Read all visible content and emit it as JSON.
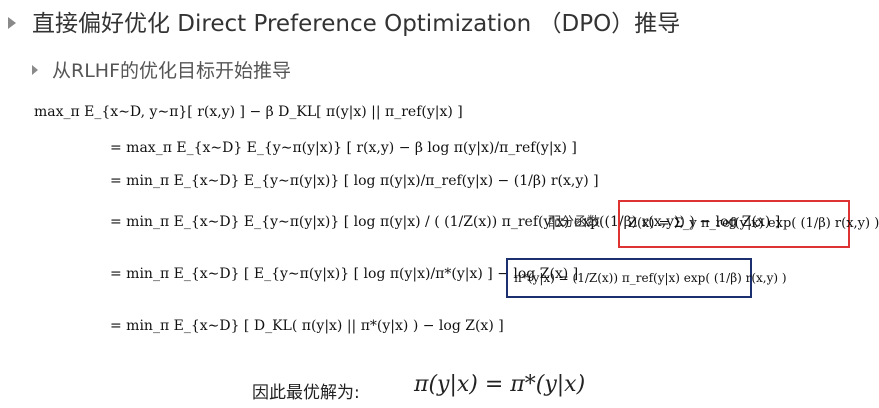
{
  "slide": {
    "title": "直接偏好优化 Direct Preference Optimization （DPO）推导",
    "subtitle": "从RLHF的优化目标开始推导"
  },
  "derivation": {
    "line1": "max_π E_{x∼D, y∼π}[ r(x,y) ] − β D_KL[ π(y|x) || π_ref(y|x) ]",
    "line2": "= max_π E_{x∼D} E_{y∼π(y|x)} [ r(x,y) − β log π(y|x)/π_ref(y|x) ]",
    "line3": "= min_π E_{x∼D} E_{y∼π(y|x)} [ log π(y|x)/π_ref(y|x) − (1/β) r(x,y) ]",
    "line4": "= min_π E_{x∼D} E_{y∼π(y|x)} [ log π(y|x) / ( (1/Z(x)) π_ref(y|x) exp((1/β) r(x,y)) ) − log Z(x) ]",
    "line5": "= min_π E_{x∼D} [ E_{y∼π(y|x)} [ log π(y|x)/π*(y|x) ] − log Z(x) ]",
    "line6": "= min_π E_{x∼D} [ D_KL( π(y|x) || π*(y|x) ) − log Z(x) ]"
  },
  "partition": {
    "label": "配分函数",
    "formula": "Z(x) = Σ_y π_ref(y|x) exp( (1/β) r(x,y) )"
  },
  "optimal_policy": {
    "formula": "π*(y|x) = (1/Z(x)) π_ref(y|x) exp( (1/β) r(x,y) )"
  },
  "conclusion": {
    "label": "因此最优解为:",
    "equation": "π(y|x) = π*(y|x)"
  },
  "colors": {
    "red_box": "#d33333",
    "navy_box": "#1c2f6e"
  }
}
